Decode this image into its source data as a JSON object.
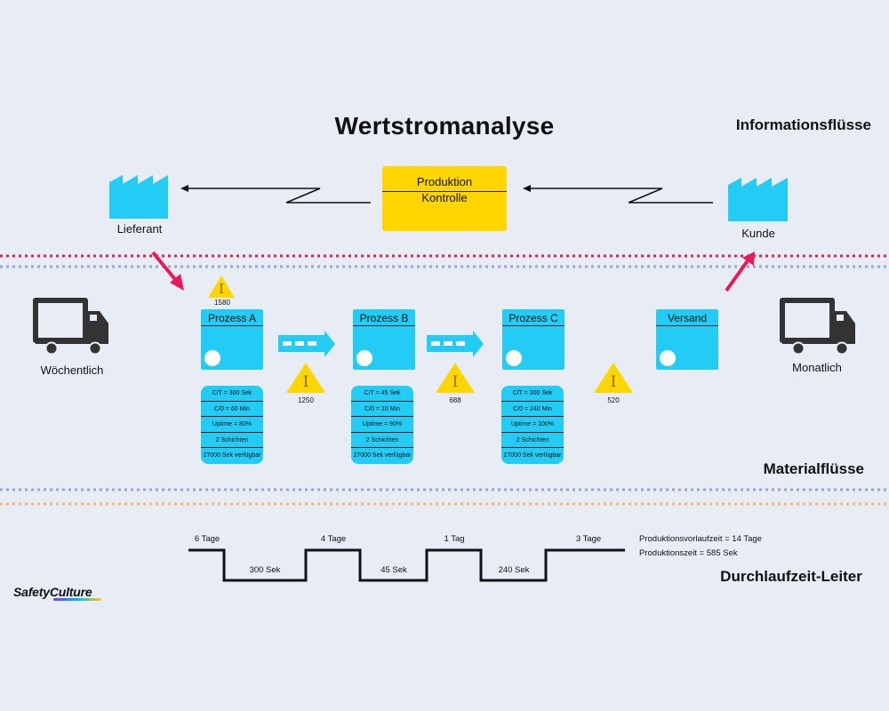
{
  "title": "Wertstromanalyse",
  "sections": {
    "information": "Informationsflüsse",
    "material": "Materialflüsse",
    "leadtime": "Durchlaufzeit-Leiter"
  },
  "supplier": {
    "label": "Lieferant",
    "delivery": "Wöchentlich"
  },
  "customer": {
    "label": "Kunde",
    "delivery": "Monatlich"
  },
  "control": {
    "line1": "Produktion",
    "line2": "Kontrolle"
  },
  "processes": [
    {
      "name": "Prozess A",
      "data": [
        "C/T = 300 Sek",
        "C/0 = 60 Min",
        "Uptime = 80%",
        "2 Schichten",
        "27000 Sek verfügbar"
      ]
    },
    {
      "name": "Prozess B",
      "data": [
        "C/T = 45 Sek",
        "C/0 = 10 Min",
        "Uptime = 90%",
        "2 Schichten",
        "27000 Sek verfügbar"
      ]
    },
    {
      "name": "Prozess C",
      "data": [
        "C/T = 300 Sek",
        "C/0 = 240 Min",
        "Uptime = 100%",
        "2 Schichten",
        "27000 Sek verfügbar"
      ]
    },
    {
      "name": "Versand"
    }
  ],
  "inventory": [
    {
      "symbol": "I",
      "value": "1580"
    },
    {
      "symbol": "I",
      "value": "1250"
    },
    {
      "symbol": "I",
      "value": "688"
    },
    {
      "symbol": "I",
      "value": "520"
    }
  ],
  "ladder": {
    "wait": [
      "6 Tage",
      "4 Tage",
      "1 Tag",
      "3 Tage"
    ],
    "process": [
      "300 Sek",
      "45 Sek",
      "240 Sek"
    ],
    "summary_lead": "Produktionsvorlaufzeit = 14 Tage",
    "summary_process": "Produktionszeit =  585 Sek"
  },
  "brand": "SafetyCulture",
  "colors": {
    "background": "#e8edf5",
    "process": "#22ccf5",
    "control": "#ffd600",
    "inventory": "#ffd600",
    "arrow_red": "#e8195a",
    "divider_red": "#d9224e",
    "divider_blue": "#8fa7d9",
    "divider_orange": "#f2b870"
  }
}
